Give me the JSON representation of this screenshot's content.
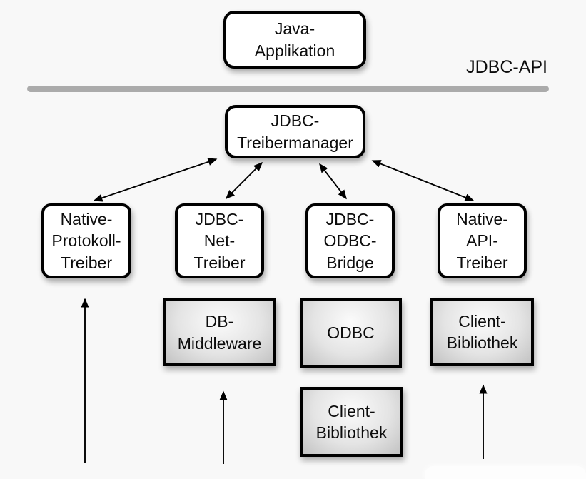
{
  "diagram": {
    "title_hint": "JDBC driver architecture",
    "api_label": "JDBC-API",
    "colors": {
      "background": "#f8f8f8",
      "box_border": "#000000",
      "white_box_fill": "#ffffff",
      "gray_box_fill_light": "#fbfbfb",
      "gray_box_fill_dark": "#c2c2c2",
      "divider": "#ababab",
      "arrow": "#000000"
    },
    "nodes": {
      "java_app": {
        "label": "Java-\nApplikation"
      },
      "treibermanager": {
        "label": "JDBC-\nTreibermanager"
      },
      "native_protokoll": {
        "label": "Native-\nProtokoll-\nTreiber"
      },
      "jdbc_net": {
        "label": "JDBC-\nNet-\nTreiber"
      },
      "jdbc_odbc": {
        "label": "JDBC-\nODBC-\nBridge"
      },
      "native_api": {
        "label": "Native-\nAPI-\nTreiber"
      },
      "db_middleware": {
        "label": "DB-\nMiddleware"
      },
      "odbc": {
        "label": "ODBC"
      },
      "client_bibliothek_mitte": {
        "label": "Client-\nBibliothek"
      },
      "client_bibliothek_rechts": {
        "label": "Client-\nBibliothek"
      }
    },
    "edges": {
      "manager_to_drivers": "bidirectional arrows from JDBC-Treibermanager to each of the four drivers",
      "upward_arrows": "single arrows pointing up into Native-Protokoll-Treiber, DB-Middleware and right Client-Bibliothek"
    }
  }
}
